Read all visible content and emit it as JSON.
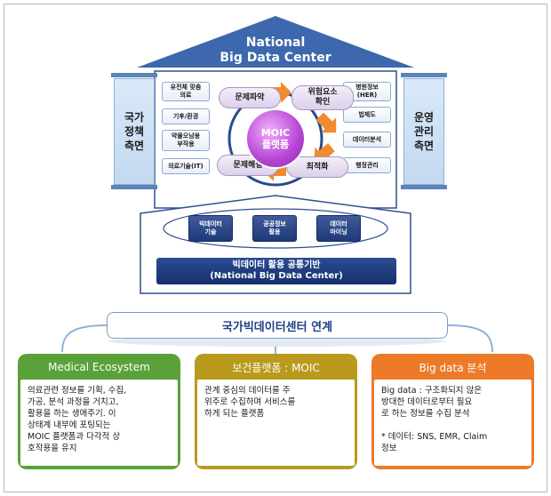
{
  "roof": {
    "line1": "National",
    "line2": "Big Data Center"
  },
  "pillars": {
    "left": {
      "line1": "국가",
      "line2": "정책",
      "line3": "측면"
    },
    "right": {
      "line1": "운영",
      "line2": "관리",
      "line3": "측면"
    }
  },
  "left_boxes": [
    {
      "line1": "유전체 맞춤",
      "line2": "의료"
    },
    {
      "line1": "기후/환경",
      "line2": ""
    },
    {
      "line1": "약물오남용",
      "line2": "부작용"
    },
    {
      "line1": "의료기술(IT)",
      "line2": ""
    }
  ],
  "right_boxes": [
    {
      "line1": "병원정보",
      "line2": "(HER)"
    },
    {
      "line1": "법제도",
      "line2": ""
    },
    {
      "line1": "데이터분석",
      "line2": ""
    },
    {
      "line1": "행정관리",
      "line2": ""
    }
  ],
  "process": {
    "top_left": "문제파악",
    "top_right_1": "위험요소",
    "top_right_2": "확인",
    "bottom_left": "문제해결",
    "bottom_right": "최적화"
  },
  "moic": {
    "line1": "MOIC",
    "line2": "플랫폼"
  },
  "tech": [
    {
      "line1": "빅데이터",
      "line2": "기술"
    },
    {
      "line1": "공공정보",
      "line2": "활용"
    },
    {
      "line1": "데이터",
      "line2": "마이닝"
    }
  ],
  "infra": {
    "line1": "빅데이터 활용 공통기반",
    "line2": "(National Big Data Center)"
  },
  "banner": {
    "text": "국가빅데이터센터 연계"
  },
  "panels": {
    "medical": {
      "title": "Medical Ecosystem",
      "body": "의료관련 정보를 기획, 수집,\n가공, 분석 과정을 거치고,\n활용을 하는 생애주기. 이\n상태계 내부에 포팅되는\nMOIC 플랫폼과 다각적 상\n호작용을 유지"
    },
    "moic": {
      "title": "보건플랫폼 : MOIC",
      "body": "관계 중심의 데이터를 주\n위주로 수집하며 서비스를\n하게 되는 플랫폼"
    },
    "bigdata": {
      "title": "Big data 분석",
      "body": "Big data : 구조화되지 않은\n방대한 데이터로부터 필요\n로 하는 정보를 수집 분석\n\n* 데이터: SNS, EMR, Claim\n정보"
    }
  },
  "colors": {
    "roof": "#3d68ad",
    "navy": "#1e3a78",
    "purple": "#b445d3",
    "orange_arrow": "#f28a2e",
    "green": "#5aa13a",
    "gold": "#b99a1c",
    "orange": "#ec7a28"
  }
}
